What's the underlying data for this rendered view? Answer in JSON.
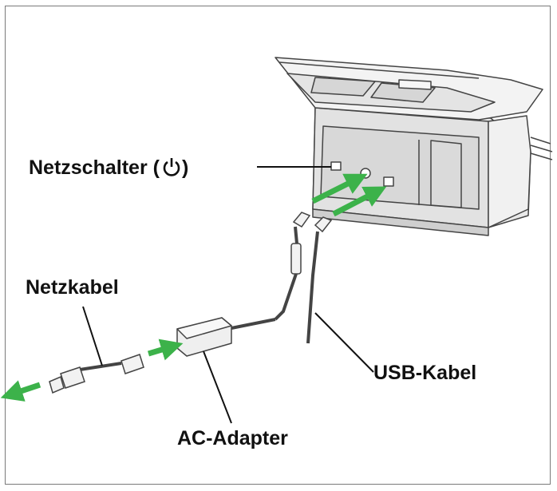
{
  "labels": {
    "power_switch": "Netzschalter (",
    "power_switch_close": ")",
    "power_cord": "Netzkabel",
    "usb_cable": "USB-Kabel",
    "ac_adapter": "AC-Adapter"
  },
  "icons": {
    "power_switch_symbol": "power-icon"
  },
  "colors": {
    "arrow": "#3cb24a",
    "device_outline": "#444444",
    "device_fill": "#e9e9e9"
  }
}
